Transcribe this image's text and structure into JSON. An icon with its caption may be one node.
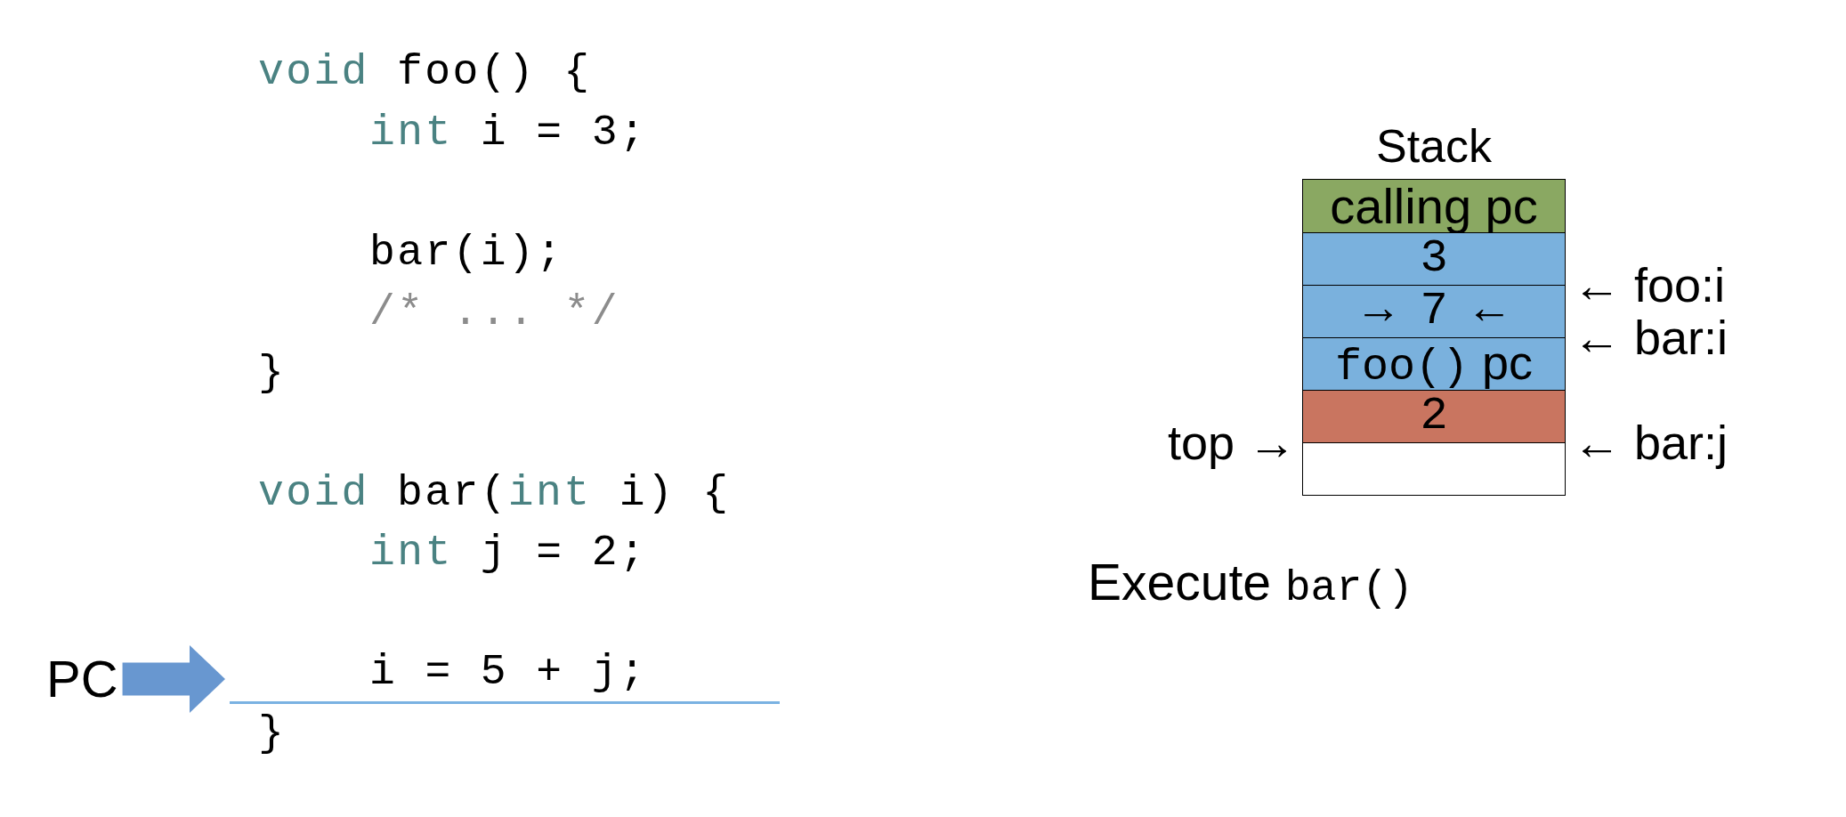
{
  "diagram": {
    "nodes": [
      {
        "text": [
          "PC"
        ]
      },
      {
        "text": [
          "i = 5 + j;"
        ]
      },
      {
        "text": [
          "Stack"
        ]
      },
      {
        "text": [
          "calling pc"
        ],
        "in": 2
      },
      {
        "text": [
          "3"
        ],
        "in": 2
      },
      {
        "text": [
          "→ 7 ←"
        ],
        "in": 2
      },
      {
        "text": [
          "foo() pc"
        ],
        "in": 2
      },
      {
        "text": [
          "2"
        ],
        "in": 2
      },
      {
        "text": [],
        "shape": "box",
        "in": 2
      }
    ],
    "edges": [
      {
        "from": 0,
        "to": 1,
        "arrow": "to",
        "color": "#6897d0"
      }
    ],
    "labels": [
      "void foo() {",
      "int i = 3;",
      "bar(i);",
      "/* ... */",
      "}",
      "void bar(int i) {",
      "int j = 2;",
      "}",
      "← foo:i",
      "← bar:i",
      "top →",
      "← bar:j",
      "Execute bar()"
    ]
  }
}
